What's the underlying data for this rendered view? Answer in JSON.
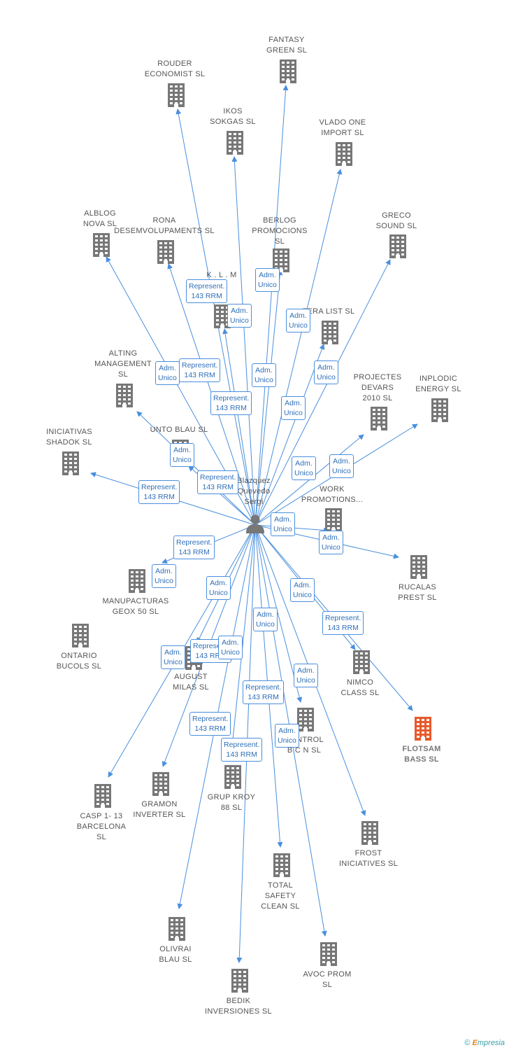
{
  "center": {
    "name": "Blazquez\nQuevedo\nSergi",
    "icon": "person-icon"
  },
  "companies": [
    {
      "id": "fantasy",
      "name": "FANTASY\nGREEN  SL",
      "icon": "building-icon"
    },
    {
      "id": "rouder",
      "name": "ROUDER\nECONOMIST SL",
      "icon": "building-icon"
    },
    {
      "id": "ikos",
      "name": "IKOS\nSOKGAS  SL",
      "icon": "building-icon"
    },
    {
      "id": "vlado",
      "name": "VLADO ONE\nIMPORT  SL",
      "icon": "building-icon"
    },
    {
      "id": "alblog",
      "name": "ALBLOG\nNOVA  SL",
      "icon": "building-icon"
    },
    {
      "id": "rona",
      "name": "RONA\nDESEMVOLUPAMENTS SL",
      "icon": "building-icon"
    },
    {
      "id": "berlog",
      "name": "BERLOG\nPROMOCIONS\nSL",
      "icon": "building-icon"
    },
    {
      "id": "greco",
      "name": "GRECO\nSOUND  SL",
      "icon": "building-icon"
    },
    {
      "id": "klm",
      "name": "K . L . M\nSL",
      "icon": "building-icon"
    },
    {
      "id": "fera",
      "name": "FERA LIST  SL",
      "icon": "building-icon"
    },
    {
      "id": "alting",
      "name": "ALTING\nMANAGEMENT\nSL",
      "icon": "building-icon"
    },
    {
      "id": "projectes",
      "name": "PROJECTES\nDEVARS\n2010 SL",
      "icon": "building-icon"
    },
    {
      "id": "inplodic",
      "name": "INPLODIC\nENERGY  SL",
      "icon": "building-icon"
    },
    {
      "id": "unto",
      "name": "UNTO BLAU  SL",
      "icon": "building-icon"
    },
    {
      "id": "iniciativas",
      "name": "INICIATIVAS\nSHADOK SL",
      "icon": "building-icon"
    },
    {
      "id": "work",
      "name": "WORK\nPROMOTIONS...",
      "icon": "building-icon"
    },
    {
      "id": "rucalas",
      "name": "RUCALAS\nPREST  SL",
      "icon": "building-icon"
    },
    {
      "id": "manupacturas",
      "name": "MANUPACTURAS\nGEOX 50 SL",
      "icon": "building-icon"
    },
    {
      "id": "ontario",
      "name": "ONTARIO\nBUCOLS  SL",
      "icon": "building-icon"
    },
    {
      "id": "nimco",
      "name": "NIMCO\nCLASS  SL",
      "icon": "building-icon"
    },
    {
      "id": "flotsam",
      "name": "FLOTSAM\nBASS  SL",
      "icon": "building-icon",
      "highlight": true
    },
    {
      "id": "august",
      "name": "AUGUST\nMILAS  SL",
      "icon": "building-icon"
    },
    {
      "id": "control",
      "name": "CONTROL\nB C N SL",
      "icon": "building-icon"
    },
    {
      "id": "casp",
      "name": "CASP 1- 13\nBARCELONA\nSL",
      "icon": "building-icon"
    },
    {
      "id": "gramon",
      "name": "GRAMON\nINVERTER  SL",
      "icon": "building-icon"
    },
    {
      "id": "grupkroy",
      "name": "GRUP KROY\n88 SL",
      "icon": "building-icon"
    },
    {
      "id": "frost",
      "name": "FROST\nINICIATIVES  SL",
      "icon": "building-icon"
    },
    {
      "id": "total",
      "name": "TOTAL\nSAFETY\nCLEAN  SL",
      "icon": "building-icon"
    },
    {
      "id": "olivrai",
      "name": "OLIVRAI\nBLAU SL",
      "icon": "building-icon"
    },
    {
      "id": "avoc",
      "name": "AVOC PROM\nSL",
      "icon": "building-icon"
    },
    {
      "id": "bedik",
      "name": "BEDIK\nINVERSIONES SL",
      "icon": "building-icon"
    }
  ],
  "edge_labels": [
    "Represent.\n143 RRM",
    "Adm.\nUnico",
    "Adm.\nUnico",
    "Adm.\nUnico",
    "Represent.\n143 RRM",
    "Adm.\nUnico",
    "Represent.\n143 RRM",
    "Adm.\nUnico",
    "Adm.\nUnico",
    "Adm.\nUnico",
    "Adm.\nUnico",
    "Represent.\n143 RRM",
    "Adm.\nUnico",
    "Adm.\nUnico",
    "Represent.\n143 RRM",
    "Adm.\nUnico",
    "Adm.\nUnico",
    "Represent.\n143 RRM",
    "Adm.\nUnico",
    "Adm.\nUnico",
    "Adm.\nUnico",
    "Represent.\n143 RRM",
    "Adm.\nUnico",
    "Adm.\nUnico",
    "Represent.\n143 RRM",
    "Adm.\nUnico",
    "Adm.\nUnico",
    "Represent.\n143 RRM",
    "Represent.\n143 RRM",
    "Represent.\n143 RRM",
    "Adm.\nUnico"
  ],
  "colors": {
    "edge": "#4a8fdd",
    "building": "#777777",
    "highlight": "#e8582a",
    "label": "#555555"
  },
  "footer": {
    "copyright": "©",
    "brand_e": "E",
    "brand_rest": "mpresia"
  }
}
